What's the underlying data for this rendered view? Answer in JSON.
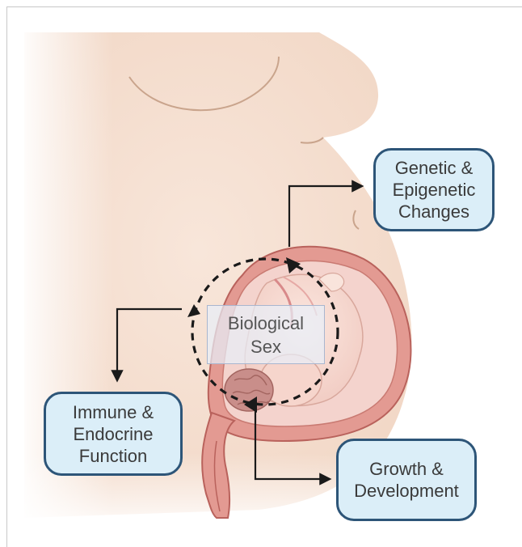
{
  "diagram": {
    "center_label": "Biological\nSex",
    "boxes": [
      {
        "id": "genetic",
        "label": "Genetic &\nEpigenetic\nChanges"
      },
      {
        "id": "immune",
        "label": "Immune &\nEndocrine\nFunction"
      },
      {
        "id": "growth",
        "label": "Growth &\nDevelopment"
      }
    ]
  },
  "colors": {
    "box_fill": "#dbeef8",
    "box_border": "#2d5578",
    "skin": "#f6e0d2",
    "uterus": "#e39a92",
    "arrow": "#1a1a1a"
  }
}
